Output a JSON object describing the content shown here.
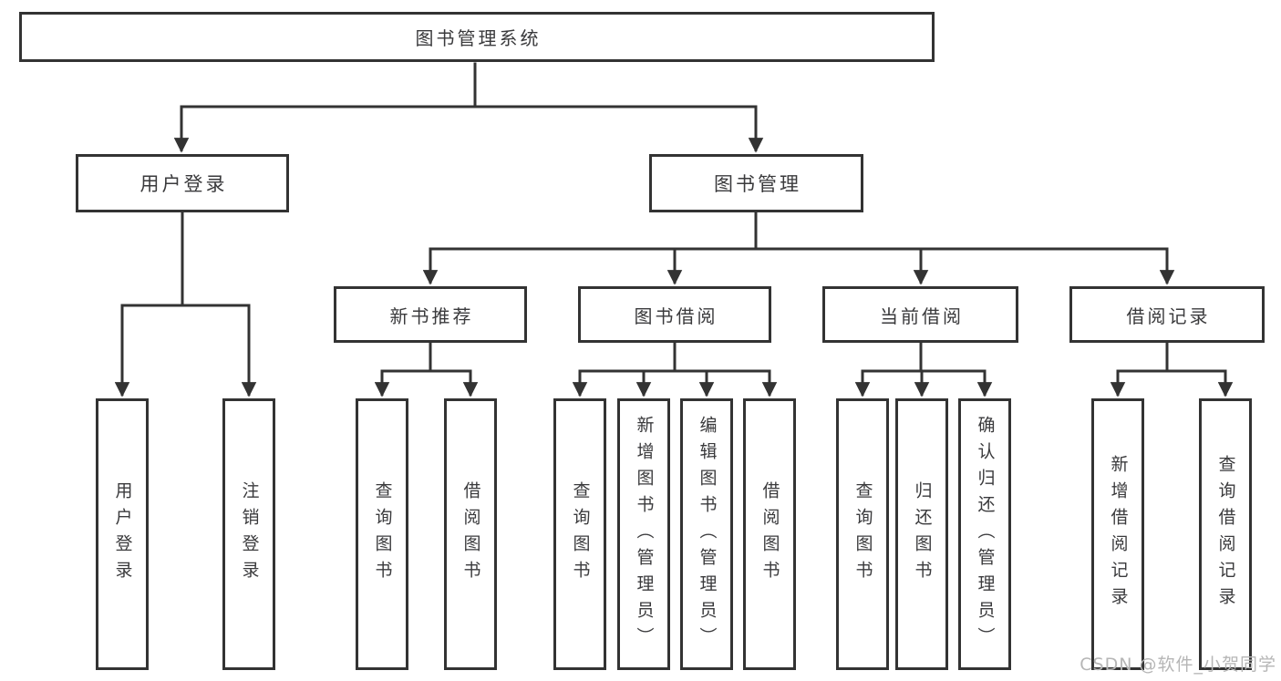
{
  "nodes": {
    "root": "图书管理系统",
    "user_login": "用户登录",
    "book_mgmt": "图书管理",
    "new_book": "新书推荐",
    "book_borrow": "图书借阅",
    "current_borrow": "当前借阅",
    "borrow_records": "借阅记录"
  },
  "leaves": [
    "用户登录",
    "注销登录",
    "查询图书",
    "借阅图书",
    "查询图书",
    "新增图书（管理员）",
    "编辑图书（管理员）",
    "借阅图书",
    "查询图书",
    "归还图书",
    "确认归还（管理员）",
    "新增借阅记录",
    "查询借阅记录"
  ],
  "watermark": "CSDN @软件_小贺同学",
  "colors": {
    "line": "#333333",
    "text": "#3a3a3c",
    "background": "#ffffff",
    "watermark": "#b6b6b6"
  }
}
